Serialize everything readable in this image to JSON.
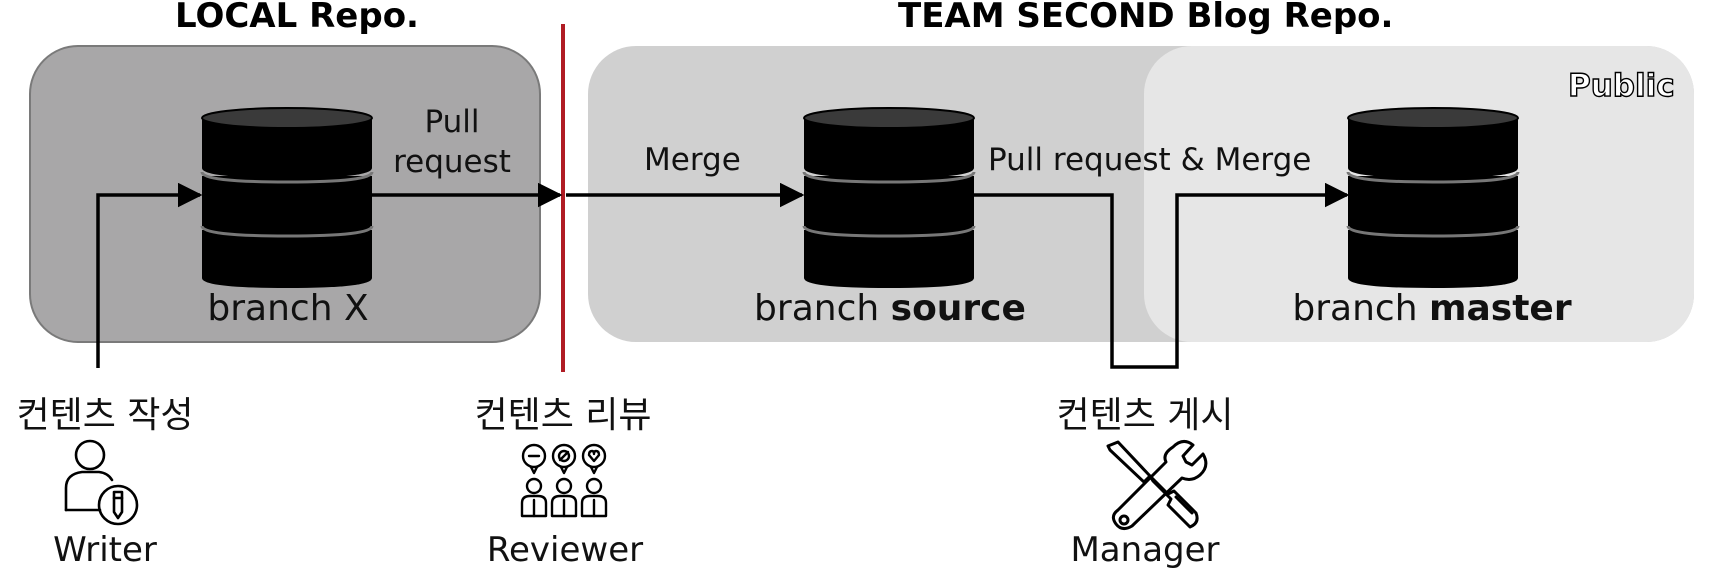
{
  "titles": {
    "local": "LOCAL Repo.",
    "team": "TEAM SECOND Blog Repo."
  },
  "zones": {
    "public": "Public"
  },
  "branches": {
    "x": {
      "prefix": "branch X",
      "name": ""
    },
    "source": {
      "prefix": "branch ",
      "name": "source"
    },
    "master": {
      "prefix": "branch ",
      "name": "master"
    }
  },
  "edges": {
    "pull_request_line1": "Pull",
    "pull_request_line2": "request",
    "merge": "Merge",
    "pull_request_merge": "Pull request & Merge"
  },
  "steps": {
    "write": "컨텐츠 작성",
    "review": "컨텐츠 리뷰",
    "publish": "컨텐츠 게시"
  },
  "roles": {
    "writer": "Writer",
    "reviewer": "Reviewer",
    "manager": "Manager"
  },
  "icons": {
    "writer": "writer-icon",
    "reviewer": "reviewer-icon",
    "manager": "tools-icon",
    "database": "database-icon"
  },
  "colors": {
    "local_box": "#a8a7a8",
    "team_box": "#d0d0d0",
    "public_box": "#e6e6e6",
    "divider": "#b01c24",
    "database": "#000000"
  }
}
